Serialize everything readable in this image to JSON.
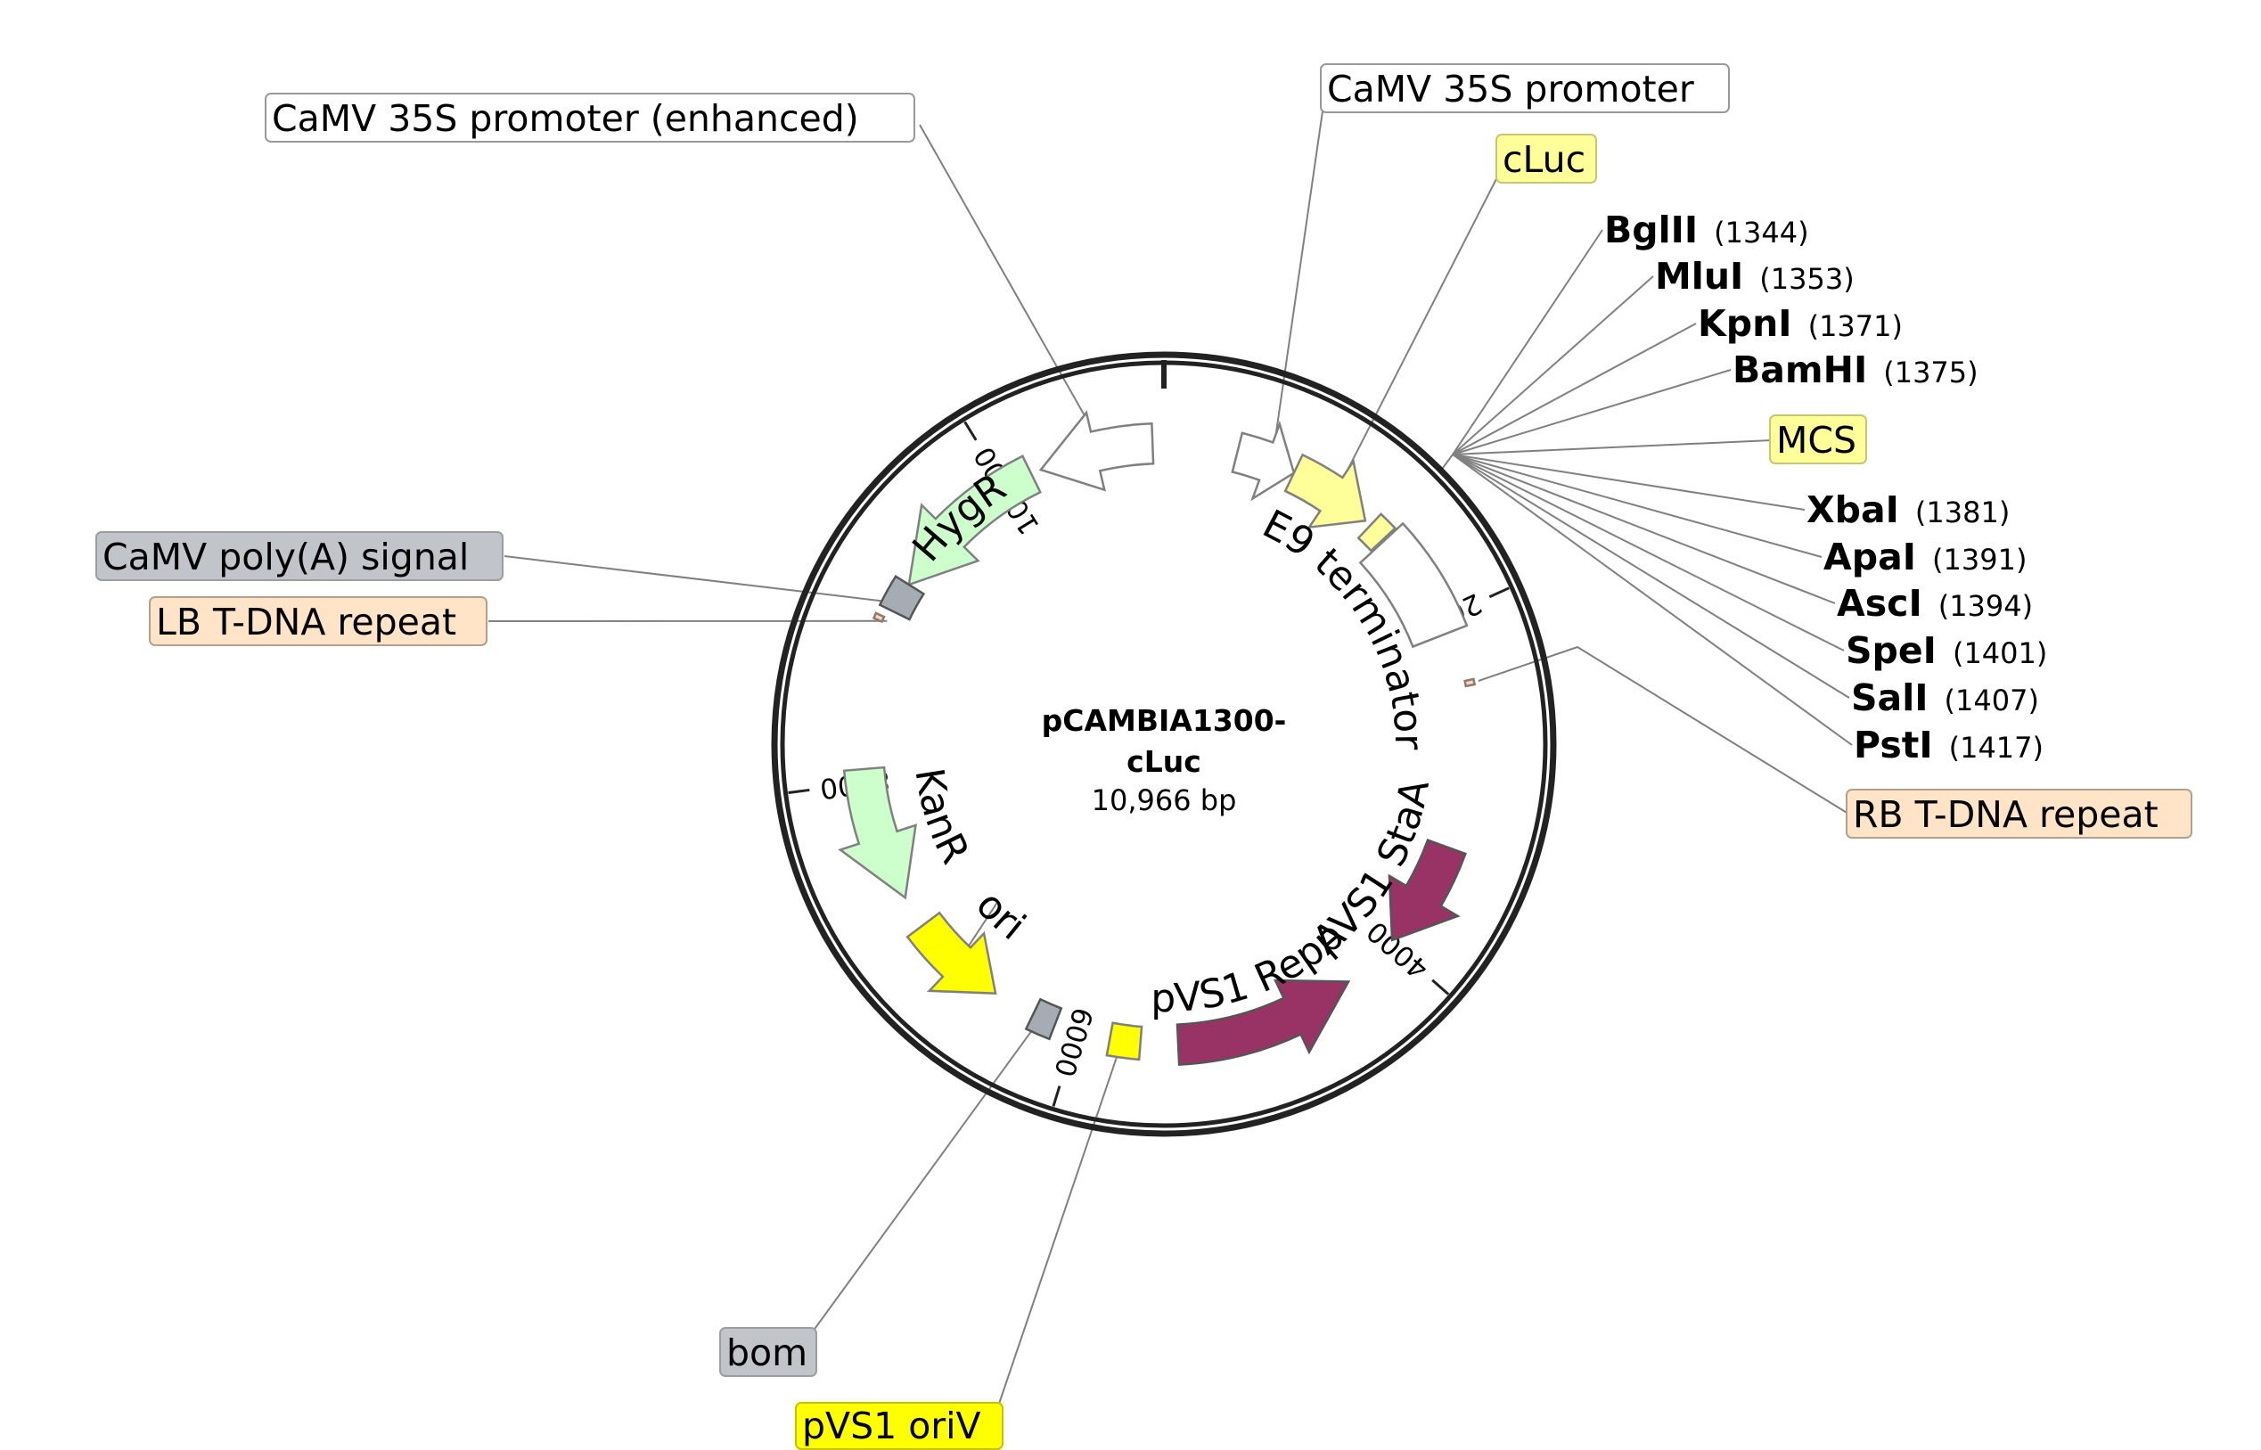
{
  "plasmid": {
    "name_line1": "pCAMBIA1300-",
    "name_line2": "cLuc",
    "length_label": "10,966 bp",
    "length_bp": 10966
  },
  "ticks": [
    {
      "bp": 2000,
      "label": "2000"
    },
    {
      "bp": 4000,
      "label": "4000"
    },
    {
      "bp": 6000,
      "label": "6000"
    },
    {
      "bp": 8000,
      "label": "8000"
    },
    {
      "bp": 10000,
      "label": "10,000"
    }
  ],
  "features": [
    {
      "name": "CaMV 35S promoter (enhanced)",
      "start": 10230,
      "end": 10900,
      "dir": -1,
      "fill": "#ffffff",
      "stroke": "#808080",
      "type": "arrow"
    },
    {
      "name": "HygR",
      "start": 9200,
      "end": 10170,
      "dir": -1,
      "fill": "#ccffcc",
      "stroke": "#808080",
      "type": "arrow",
      "inline_label": "HygR"
    },
    {
      "name": "CaMV poly(A) signal",
      "start": 9020,
      "end": 9200,
      "dir": 0,
      "fill": "#a6acb3",
      "stroke": "#555555",
      "type": "box"
    },
    {
      "name": "LB T-DNA repeat",
      "start": 8940,
      "end": 8970,
      "dir": 0,
      "fill": "#f7d9bd",
      "stroke": "#8c7b6b",
      "type": "thin"
    },
    {
      "name": "CaMV 35S promoter",
      "start": 430,
      "end": 780,
      "dir": 1,
      "fill": "#ffffff",
      "stroke": "#808080",
      "type": "arrow"
    },
    {
      "name": "cLuc",
      "start": 780,
      "end": 1280,
      "dir": 1,
      "fill": "#ffff99",
      "stroke": "#808080",
      "type": "arrow"
    },
    {
      "name": "MCS",
      "start": 1320,
      "end": 1430,
      "dir": 0,
      "fill": "#ffff99",
      "stroke": "#808080",
      "type": "box"
    },
    {
      "name": "E9 terminator",
      "start": 1440,
      "end": 2090,
      "dir": 0,
      "fill": "#ffffff",
      "stroke": "#808080",
      "type": "box",
      "inline_label": "E9 terminator"
    },
    {
      "name": "RB T-DNA repeat",
      "start": 2380,
      "end": 2410,
      "dir": 0,
      "fill": "#f7d9bd",
      "stroke": "#8c7b6b",
      "type": "thin"
    },
    {
      "name": "pVS1 StaA",
      "start": 3350,
      "end": 3980,
      "dir": 1,
      "fill": "#993366",
      "stroke": "#555555",
      "type": "arrow",
      "inline_label": "pVS1 StaA"
    },
    {
      "name": "pVS1 RepA",
      "start": 4330,
      "end": 5400,
      "dir": -1,
      "fill": "#993366",
      "stroke": "#555555",
      "type": "arrow",
      "inline_label": "pVS1 RepA"
    },
    {
      "name": "pVS1 oriV",
      "start": 5620,
      "end": 5800,
      "dir": 0,
      "fill": "#ffff00",
      "stroke": "#808080",
      "type": "box"
    },
    {
      "name": "bom",
      "start": 6130,
      "end": 6270,
      "dir": 0,
      "fill": "#a6acb3",
      "stroke": "#555555",
      "type": "box"
    },
    {
      "name": "ori",
      "start": 6520,
      "end": 7100,
      "dir": -1,
      "fill": "#ffff00",
      "stroke": "#808080",
      "type": "arrow",
      "inline_label": "ori"
    },
    {
      "name": "KanR",
      "start": 7290,
      "end": 8080,
      "dir": -1,
      "fill": "#ccffcc",
      "stroke": "#808080",
      "type": "arrow",
      "inline_label": "KanR"
    }
  ],
  "callouts": [
    {
      "text": "CaMV 35S promoter (enhanced)",
      "fill": "#ffffff",
      "stroke": "#999999"
    },
    {
      "text": "CaMV 35S promoter",
      "fill": "#ffffff",
      "stroke": "#999999"
    },
    {
      "text": "cLuc",
      "fill": "#ffff99",
      "stroke": "#c7c773"
    },
    {
      "text": "MCS",
      "fill": "#ffff99",
      "stroke": "#c7c773"
    },
    {
      "text": "CaMV poly(A) signal",
      "fill": "#c1c4c9",
      "stroke": "#9a9ea4"
    },
    {
      "text": "LB T-DNA repeat",
      "fill": "#ffe4c8",
      "stroke": "#b3a08c"
    },
    {
      "text": "RB T-DNA repeat",
      "fill": "#ffe4c8",
      "stroke": "#b3a08c"
    },
    {
      "text": "bom",
      "fill": "#c1c4c9",
      "stroke": "#9a9ea4"
    },
    {
      "text": "pVS1 oriV",
      "fill": "#ffff00",
      "stroke": "#c2c200"
    }
  ],
  "enzymes": [
    {
      "name": "BglII",
      "pos": "(1344)",
      "bp": 1344
    },
    {
      "name": "MluI",
      "pos": "(1353)",
      "bp": 1353
    },
    {
      "name": "KpnI",
      "pos": "(1371)",
      "bp": 1371
    },
    {
      "name": "BamHI",
      "pos": "(1375)",
      "bp": 1375
    },
    {
      "name": "XbaI",
      "pos": "(1381)",
      "bp": 1381
    },
    {
      "name": "ApaI",
      "pos": "(1391)",
      "bp": 1391
    },
    {
      "name": "AscI",
      "pos": "(1394)",
      "bp": 1394
    },
    {
      "name": "SpeI",
      "pos": "(1401)",
      "bp": 1401
    },
    {
      "name": "SalI",
      "pos": "(1407)",
      "bp": 1407
    },
    {
      "name": "PstI",
      "pos": "(1417)",
      "bp": 1417
    }
  ]
}
